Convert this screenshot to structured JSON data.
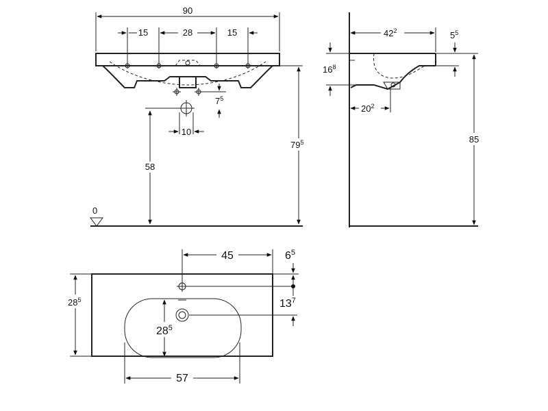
{
  "front_view": {
    "width_total": "90",
    "tap_offset_left": "15",
    "tap_spacing": "28",
    "tap_offset_right": "15",
    "drain_offset": {
      "main": "7",
      "sup": "5"
    },
    "drain_spacing": "10",
    "drain_height": "58",
    "total_height": {
      "main": "79",
      "sup": "5"
    },
    "floor_level": "0"
  },
  "side_view": {
    "depth": {
      "main": "42",
      "sup": "2"
    },
    "rim_thickness": {
      "main": "5",
      "sup": "5"
    },
    "bowl_depth": {
      "main": "16",
      "sup": "8"
    },
    "drain_from_wall": {
      "main": "20",
      "sup": "2"
    },
    "rim_height": "85"
  },
  "top_view": {
    "tap_hole_x": "45",
    "tap_hole_from_back": {
      "main": "6",
      "sup": "5"
    },
    "drain_from_back": {
      "main": "13",
      "sup": "7"
    },
    "depth": {
      "main": "28",
      "sup": "5"
    },
    "bowl_depth": {
      "main": "28",
      "sup": "5"
    },
    "bowl_width": "57"
  }
}
